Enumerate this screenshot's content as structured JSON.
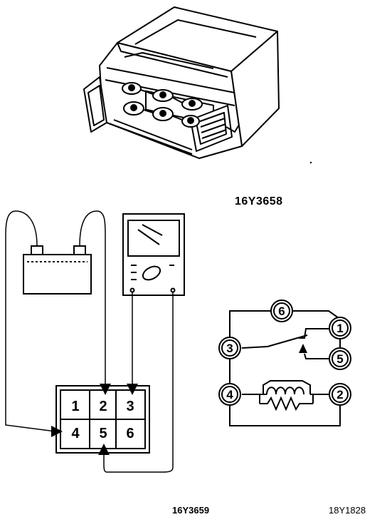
{
  "references": {
    "top": "16Y3658",
    "bottom": "16Y3659",
    "corner": "18Y1828"
  },
  "connector_cells": [
    "1",
    "2",
    "3",
    "4",
    "5",
    "6"
  ],
  "schematic_terminals": [
    "6",
    "1",
    "3",
    "5",
    "4",
    "2"
  ],
  "colors": {
    "ink": "#000000",
    "paper": "#ffffff"
  }
}
